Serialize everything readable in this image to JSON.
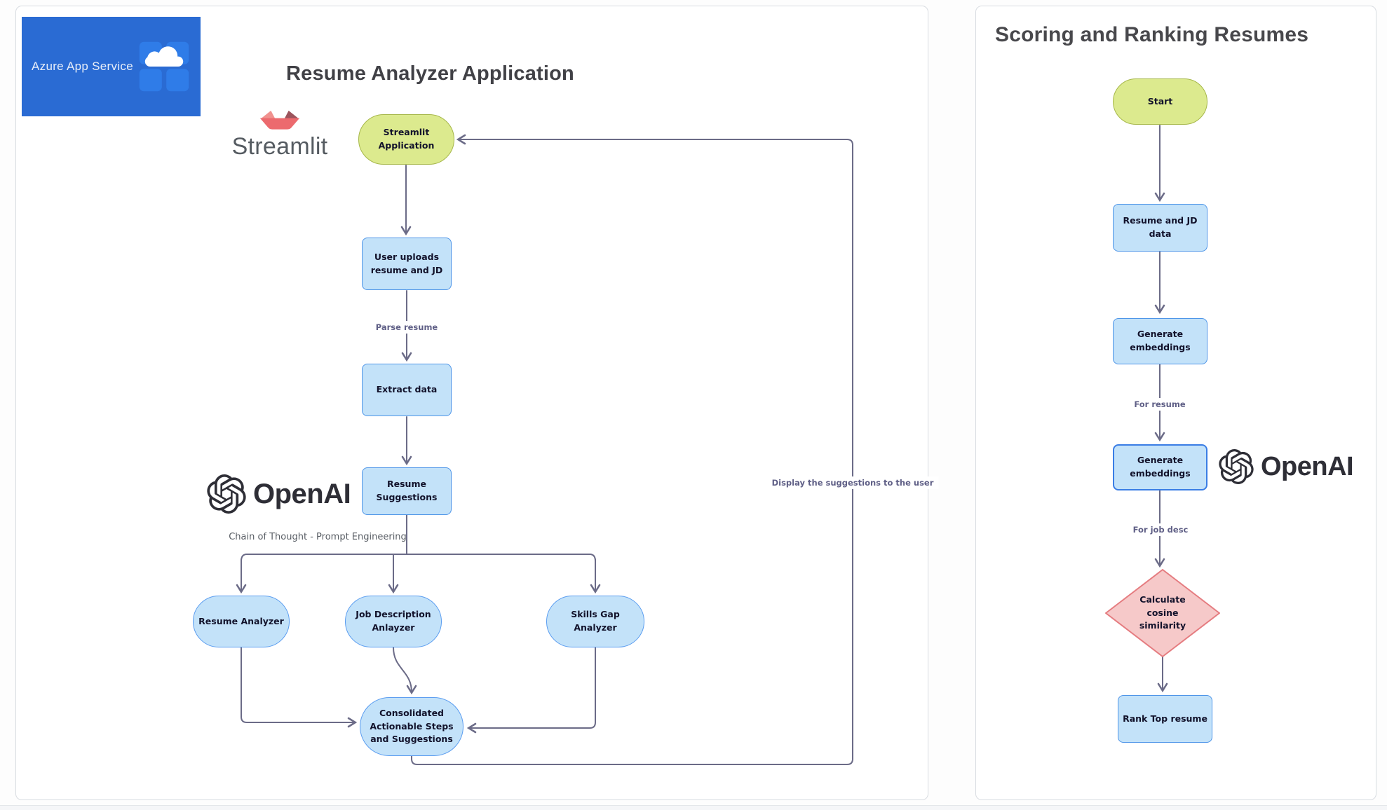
{
  "colors": {
    "card_border": "#d8dce1",
    "edge": "#6b6b87",
    "edge_label": "#5f5f86",
    "node_blue_fill": "#c3e2f9",
    "node_blue_border": "#4e95e8",
    "node_blue_border_highlight": "#3a7de5",
    "node_green_fill": "#dcea8e",
    "node_green_border": "#a6b74a",
    "diamond_fill": "#f6c9c9",
    "diamond_border": "#e57c80",
    "azure_badge_bg": "#2a6bd3",
    "streamlit_red": "#ec6a6e",
    "openai_brand": "#2e2e36"
  },
  "left_panel": {
    "title": "Resume Analyzer Application",
    "azure_badge": {
      "label": "Azure App Service"
    },
    "streamlit_brand": {
      "label": "Streamlit"
    },
    "openai_brand": {
      "label": "OpenAI"
    },
    "nodes": {
      "streamlit_app": "Streamlit\nApplication",
      "user_uploads": "User uploads\nresume and  JD",
      "extract_data": "Extract data",
      "resume_suggestions": "Resume\nSuggestions",
      "resume_analyzer": "Resume Analyzer",
      "job_description_analyzer": "Job Description\nAnlayzer",
      "skills_gap_analyzer": "Skills Gap\nAnalyzer",
      "consolidated": "Consolidated\nActionable Steps\nand Suggestions"
    },
    "edge_labels": {
      "parse_resume": "Parse resume",
      "chain_of_thought": "Chain  of Thought - Prompt Engineering",
      "display_suggestions": "Display the suggestions to the user"
    }
  },
  "right_panel": {
    "title": "Scoring and Ranking Resumes",
    "openai_brand": {
      "label": "OpenAI"
    },
    "nodes": {
      "start": "Start",
      "resume_jd_data": "Resume and JD\ndata",
      "generate_embeddings_resume": "Generate\nembeddings",
      "generate_embeddings_jd": "Generate\nembeddings",
      "calculate_cosine_similarity": "Calculate\ncosine\nsimilarity",
      "rank_top_resume": "Rank Top resume"
    },
    "edge_labels": {
      "for_resume": "For resume",
      "for_job_desc": "For job desc"
    }
  }
}
